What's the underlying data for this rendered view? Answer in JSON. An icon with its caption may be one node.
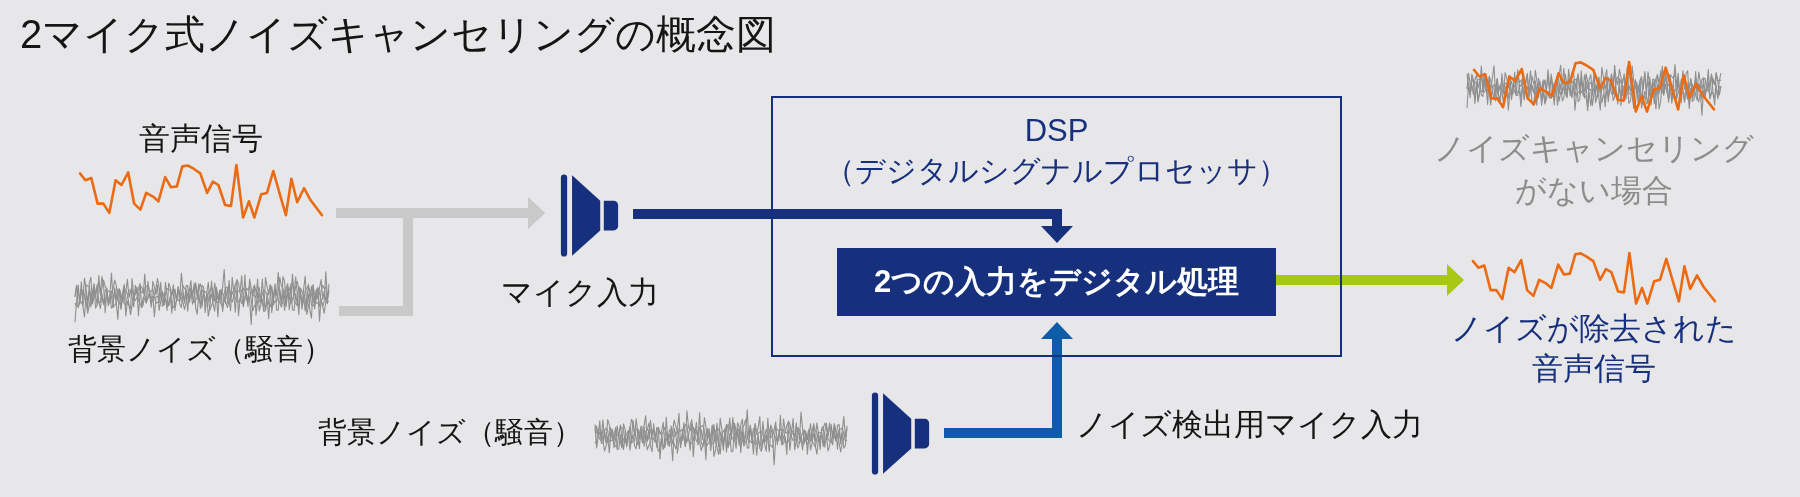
{
  "diagram": {
    "title": "2マイク式ノイズキャンセリングの概念図",
    "nodes": [
      {
        "text": [],
        "shape": "picture",
        "beside": [
          "音声信号"
        ]
      },
      {
        "text": [],
        "shape": "picture",
        "beside": [
          "背景ノイズ（騒音）"
        ]
      },
      {
        "text": [],
        "shape": "picture",
        "beside": [
          "マイク入力"
        ]
      },
      {
        "text": [
          "DSP",
          "（デジタルシグナルプロセッサ）"
        ]
      },
      {
        "text": [
          "2つの入力をデジタル処理"
        ],
        "in": 3
      },
      {
        "text": [],
        "shape": "picture",
        "beside": [
          "ノイズキャンセリングがない場合"
        ]
      },
      {
        "text": [],
        "shape": "picture",
        "beside": [
          "ノイズが除去された音声信号"
        ]
      },
      {
        "text": [],
        "shape": "picture",
        "beside": [
          "背景ノイズ（騒音）"
        ]
      },
      {
        "text": [],
        "shape": "picture"
      }
    ],
    "edges": [
      {
        "from": 0,
        "to": 2,
        "arrow": "to",
        "color": "#c9c9ca"
      },
      {
        "from": 1,
        "to": 2,
        "arrow": "to",
        "color": "#c9c9ca"
      },
      {
        "from": 2,
        "to": 4,
        "arrow": "to",
        "color": "#17307e"
      },
      {
        "from": 8,
        "to": 4,
        "arrow": "to",
        "label": "ノイズ検出用マイク入力",
        "color": "#0e5ba8"
      },
      {
        "from": 4,
        "to": 6,
        "arrow": "to",
        "color": "#a7c913"
      }
    ]
  }
}
